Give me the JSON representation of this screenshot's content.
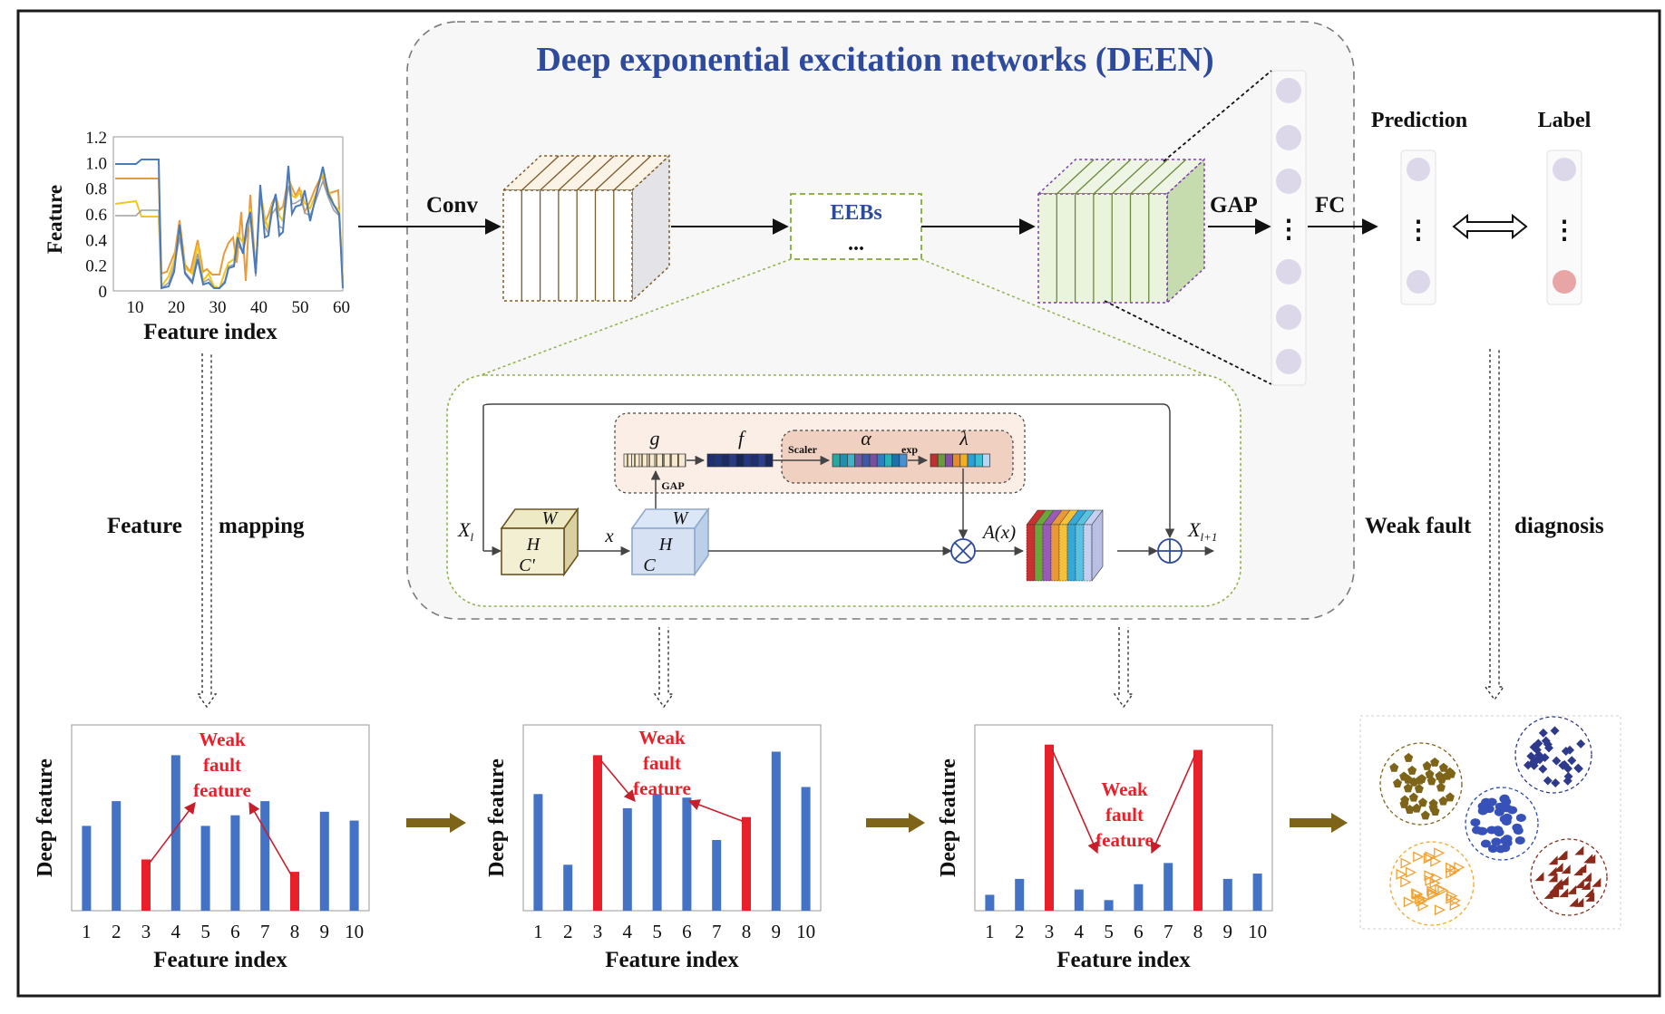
{
  "title": "Deep exponential excitation networks (DEEN)",
  "colors": {
    "title_blue": "#2e4a9c",
    "bar_blue": "#4472c4",
    "bar_red": "#e8202a",
    "fault_red": "#e8202a",
    "arrow_brown": "#7d6418",
    "eeb_green": "#8db34a"
  },
  "top_chart": {
    "ylabel": "Feature",
    "xlabel": "Feature index",
    "yticks": [
      "0",
      "0.2",
      "0.4",
      "0.6",
      "0.8",
      "1.0",
      "1.2"
    ],
    "xticks": [
      "10",
      "20",
      "30",
      "40",
      "50",
      "60"
    ]
  },
  "network": {
    "conv": "Conv",
    "eebs": "EEBs",
    "eebs_dots": "...",
    "gap": "GAP",
    "fc": "FC",
    "prediction": "Prediction",
    "label": "Label",
    "dots": "⋮"
  },
  "eeb_block": {
    "g": "g",
    "f": "f",
    "scaler": "Scaler",
    "alpha": "α",
    "exp": "exp",
    "lambda": "λ",
    "gap": "GAP",
    "xl": "X",
    "xl_sub": "l",
    "x": "x",
    "ax": "A(x)",
    "xl1": "X",
    "xl1_sub": "l+1",
    "h": "H",
    "w": "W",
    "c_prime": "C'",
    "c": "C"
  },
  "side_labels": {
    "feature_mapping_1": "Feature",
    "feature_mapping_2": "mapping",
    "weak_diag_1": "Weak fault",
    "weak_diag_2": "diagnosis"
  },
  "chart_data": [
    {
      "type": "bar",
      "ylabel": "Deep feature",
      "xlabel": "Feature index",
      "categories": [
        "1",
        "2",
        "3",
        "4",
        "5",
        "6",
        "7",
        "8",
        "9",
        "10"
      ],
      "values": [
        0.48,
        0.62,
        0.29,
        0.88,
        0.48,
        0.54,
        0.62,
        0.22,
        0.56,
        0.51
      ],
      "highlight": [
        3,
        8
      ],
      "annotation": [
        "Weak",
        "fault",
        "feature"
      ]
    },
    {
      "type": "bar",
      "ylabel": "Deep feature",
      "xlabel": "Feature index",
      "categories": [
        "1",
        "2",
        "3",
        "4",
        "5",
        "6",
        "7",
        "8",
        "9",
        "10"
      ],
      "values": [
        0.66,
        0.26,
        0.88,
        0.58,
        0.66,
        0.64,
        0.4,
        0.53,
        0.9,
        0.7
      ],
      "highlight": [
        3,
        8
      ],
      "annotation": [
        "Weak",
        "fault",
        "feature"
      ]
    },
    {
      "type": "bar",
      "ylabel": "Deep feature",
      "xlabel": "Feature index",
      "categories": [
        "1",
        "2",
        "3",
        "4",
        "5",
        "6",
        "7",
        "8",
        "9",
        "10"
      ],
      "values": [
        0.09,
        0.18,
        0.94,
        0.12,
        0.06,
        0.15,
        0.27,
        0.91,
        0.18,
        0.21
      ],
      "highlight": [
        3,
        8
      ],
      "annotation": [
        "Weak",
        "fault",
        "feature"
      ]
    }
  ]
}
